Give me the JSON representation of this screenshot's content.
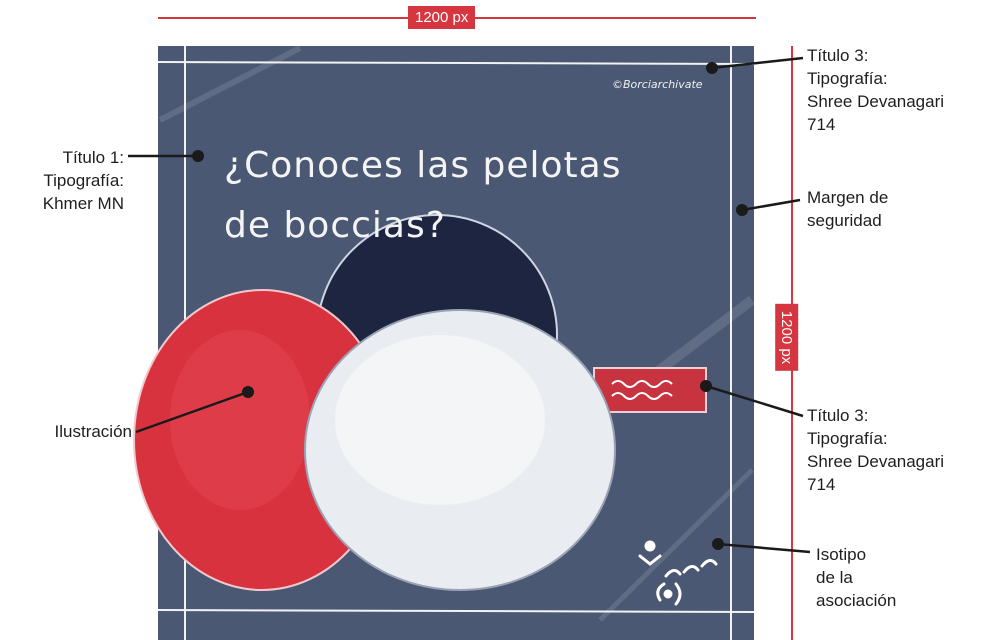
{
  "dimensions": {
    "width_label": "1200 px",
    "height_label": "1200 px"
  },
  "poster": {
    "title_line1": "¿Conoces las pelotas",
    "title_line2": "de boccias?",
    "credit": "©Borciarchivate",
    "background_color": "#4a5873",
    "ball_colors": {
      "red": "#d9323f",
      "navy": "#1e2540",
      "white": "#e9ecf1"
    },
    "accent_flag_color": "#c7343f"
  },
  "annotations": {
    "title1": [
      "Título 1:",
      "Tipografía:",
      "Khmer MN"
    ],
    "title3_top": [
      "Título 3:",
      "Tipografía:",
      "Shree Devanagari",
      "714"
    ],
    "margin": [
      "Margen de",
      "seguridad"
    ],
    "illustration": [
      "Ilustración"
    ],
    "title3_mid": [
      "Título 3:",
      "Tipografía:",
      "Shree Devanagari",
      "714"
    ],
    "isotipo": [
      "Isotipo",
      "de la",
      "asociación"
    ]
  },
  "guide_color": "#d6363f"
}
